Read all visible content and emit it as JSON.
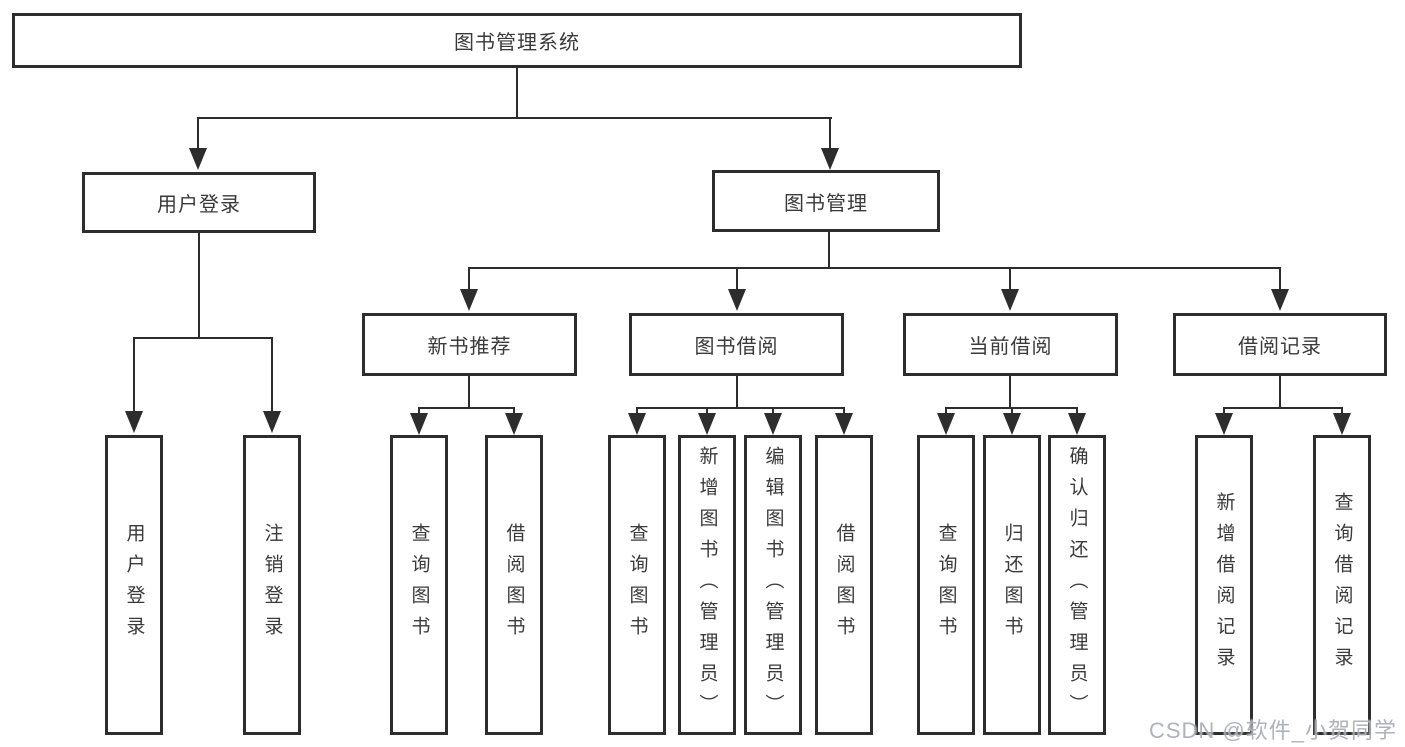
{
  "diagram": {
    "root": "图书管理系统",
    "branches": [
      {
        "label": "用户登录",
        "leaves": [
          "用户登录",
          "注销登录"
        ]
      },
      {
        "label": "图书管理",
        "groups": [
          {
            "label": "新书推荐",
            "leaves": [
              "查询图书",
              "借阅图书"
            ]
          },
          {
            "label": "图书借阅",
            "leaves": [
              "查询图书",
              "新增图书（管理员）",
              "编辑图书（管理员）",
              "借阅图书"
            ]
          },
          {
            "label": "当前借阅",
            "leaves": [
              "查询图书",
              "归还图书",
              "确认归还（管理员）"
            ]
          },
          {
            "label": "借阅记录",
            "leaves": [
              "新增借阅记录",
              "查询借阅记录"
            ]
          }
        ]
      }
    ]
  },
  "colors": {
    "line": "#2d2d2d",
    "text": "#3a3a3a",
    "watermark": "#a0a4ae"
  },
  "watermark": "CSDN @软件_小贺同学"
}
